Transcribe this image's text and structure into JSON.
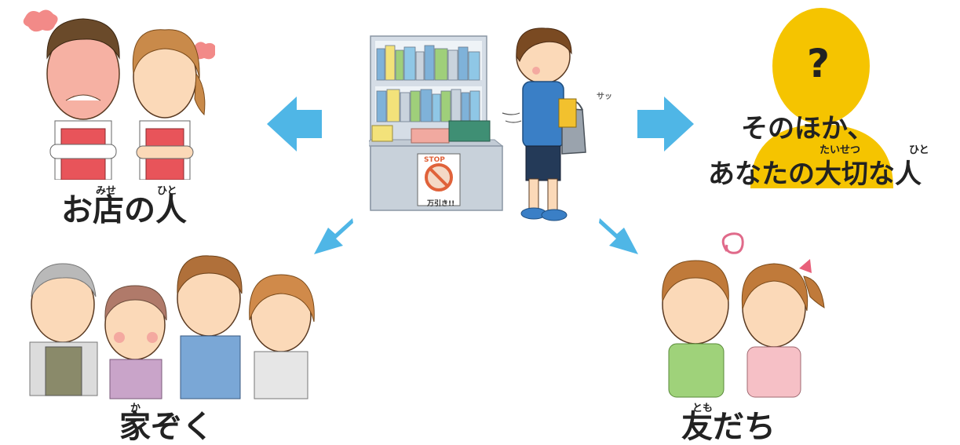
{
  "shop_people": {
    "label": "お店の人",
    "ruby_shop": "みせ",
    "ruby_person": "ひと"
  },
  "family": {
    "label": "家ぞく",
    "ruby": "か"
  },
  "friends": {
    "label": "友だち",
    "ruby": "とも"
  },
  "others": {
    "mark": "?",
    "line1": "そのほか、",
    "line2": "あなたの大切な人",
    "ruby_taisetsu": "たいせつ",
    "ruby_hito": "ひと"
  },
  "poster": {
    "stop": "STOP",
    "caption": "万引き!!"
  },
  "sfx": "サッ",
  "colors": {
    "arrow": "#4fb6e6",
    "silhouette": "#f5c400",
    "apron": "#e8545a"
  }
}
